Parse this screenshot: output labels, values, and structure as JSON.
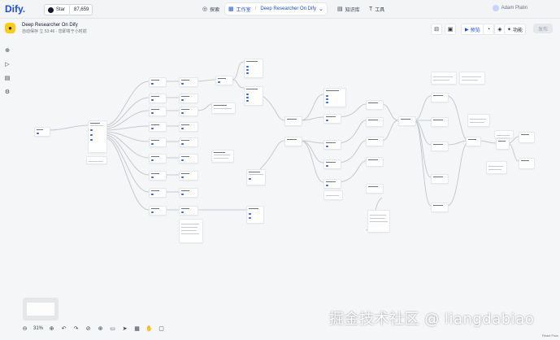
{
  "topbar": {
    "logo_text": "Dify",
    "logo_dot": ".",
    "github": {
      "label": "Star",
      "count": "87,659"
    },
    "nav": [
      {
        "label": "探索",
        "icon": "compass-icon"
      },
      {
        "label": "工作室",
        "icon": "studio-icon"
      },
      {
        "label": "Deep Researcher On Dify",
        "icon": "chevron-down-icon"
      },
      {
        "label": "知识库",
        "icon": "book-icon"
      },
      {
        "label": "工具",
        "icon": "tool-icon"
      }
    ],
    "breadcrumb_sep": "/",
    "user_name": "Adam Platin"
  },
  "app": {
    "title": "Deep Researcher On Dify",
    "status": "自动保存 立 53:46 · 您即将于小时前"
  },
  "toolbar": {
    "run_label": "预览",
    "features_label": "功能",
    "publish_label": "发布"
  },
  "zoom": {
    "value": "31%"
  },
  "watermark": "掘金技术社区 @ liangdabiao",
  "reactflow_label": "React Flow",
  "colors": {
    "accent": "#1d4ed8",
    "canvas": "#f5f6f8",
    "edge": "#c5c9cf"
  }
}
